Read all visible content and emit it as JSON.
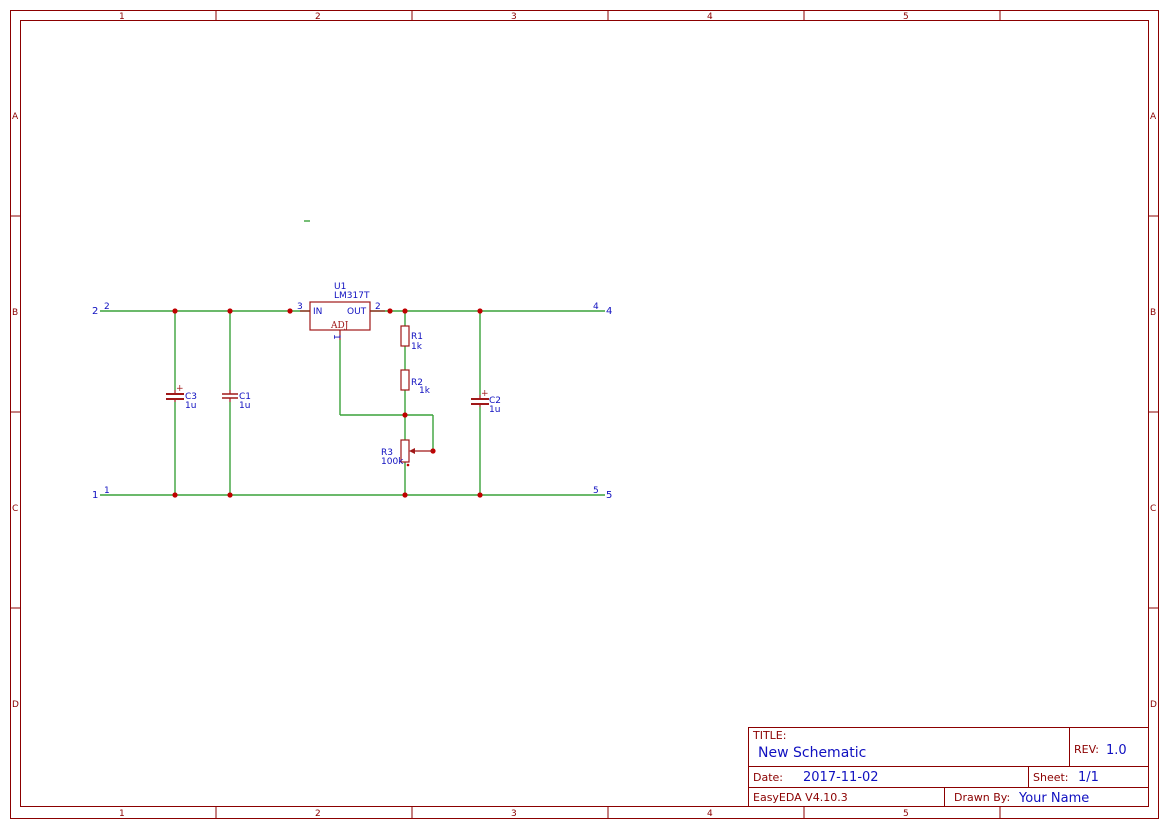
{
  "zones": {
    "columns": [
      "1",
      "2",
      "3",
      "4",
      "5"
    ],
    "rows": [
      "A",
      "B",
      "C",
      "D"
    ]
  },
  "components": {
    "u1": {
      "ref": "U1",
      "value": "LM317T",
      "pin_in": "IN",
      "pin_out": "OUT",
      "pin_adj": "ADJ",
      "pin_in_num": "3",
      "pin_out_num": "2",
      "pin_adj_num": "1"
    },
    "c3": {
      "ref": "C3",
      "value": "1u"
    },
    "c1": {
      "ref": "C1",
      "value": "1u"
    },
    "c2": {
      "ref": "C2",
      "value": "1u"
    },
    "r1": {
      "ref": "R1",
      "value": "1k"
    },
    "r2": {
      "ref": "R2",
      "value": "1k"
    },
    "r3": {
      "ref": "R3",
      "value": "100k"
    }
  },
  "ports": {
    "p2": {
      "net": "2",
      "pin": "2"
    },
    "p1": {
      "net": "1",
      "pin": "1"
    },
    "p4": {
      "net": "4",
      "pin": "4"
    },
    "p5": {
      "net": "5",
      "pin": "5"
    }
  },
  "title_block": {
    "title_label": "TITLE:",
    "title": "New Schematic",
    "rev_label": "REV:",
    "rev": "1.0",
    "date_label": "Date:",
    "date": "2017-11-02",
    "sheet_label": "Sheet:",
    "sheet": "1/1",
    "software": "EasyEDA V4.10.3",
    "drawn_label": "Drawn By:",
    "drawn_by": "Your Name"
  },
  "colors": {
    "frame": "#8b0000",
    "wire": "#3aa23a",
    "part": "#a01818",
    "text": "#1010c0"
  }
}
